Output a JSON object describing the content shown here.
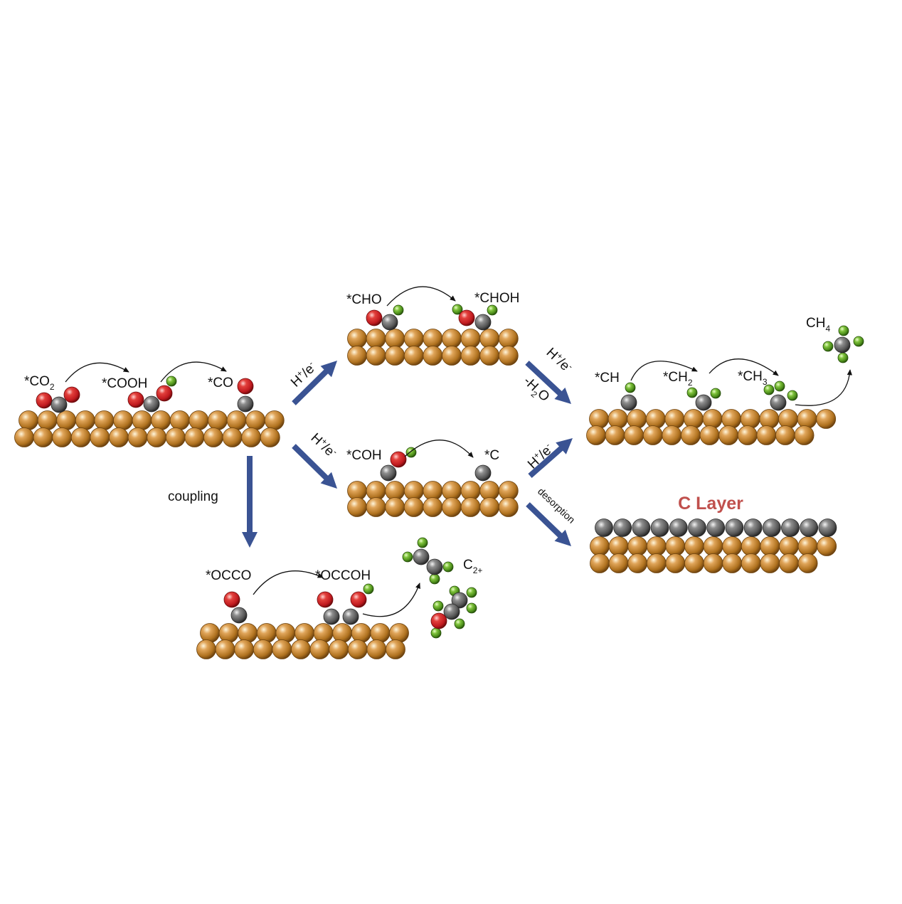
{
  "colors": {
    "copper": "#b87a2a",
    "carbon": "#5e5e5e",
    "oxygen": "#d6232a",
    "hydrogen": "#5a9e23",
    "arrow": "#3a5393",
    "c_layer_text": "#c0504d"
  },
  "species": {
    "co2": {
      "base": "*CO",
      "sub": "2"
    },
    "cooh": "*COOH",
    "co": "*CO",
    "cho": "*CHO",
    "choh": "*CHOH",
    "coh": "*COH",
    "c": "*C",
    "ch": "*CH",
    "ch2": {
      "base": "*CH",
      "sub": "2"
    },
    "ch3": {
      "base": "*CH",
      "sub": "3"
    },
    "ch4": {
      "base": "CH",
      "sub": "4"
    },
    "occo": "*OCCO",
    "occoh": "*OCCOH",
    "c2": {
      "base": "C",
      "sub": "2+"
    }
  },
  "reagents": {
    "hplus_eminus": {
      "h": "H",
      "plus": "+",
      "slash": "/e",
      "minus": "-"
    },
    "minus_h2o": {
      "dash": "-H",
      "two": "2",
      "o": "O"
    },
    "coupling": "coupling",
    "desorption": "desorption"
  },
  "c_layer": "C Layer"
}
